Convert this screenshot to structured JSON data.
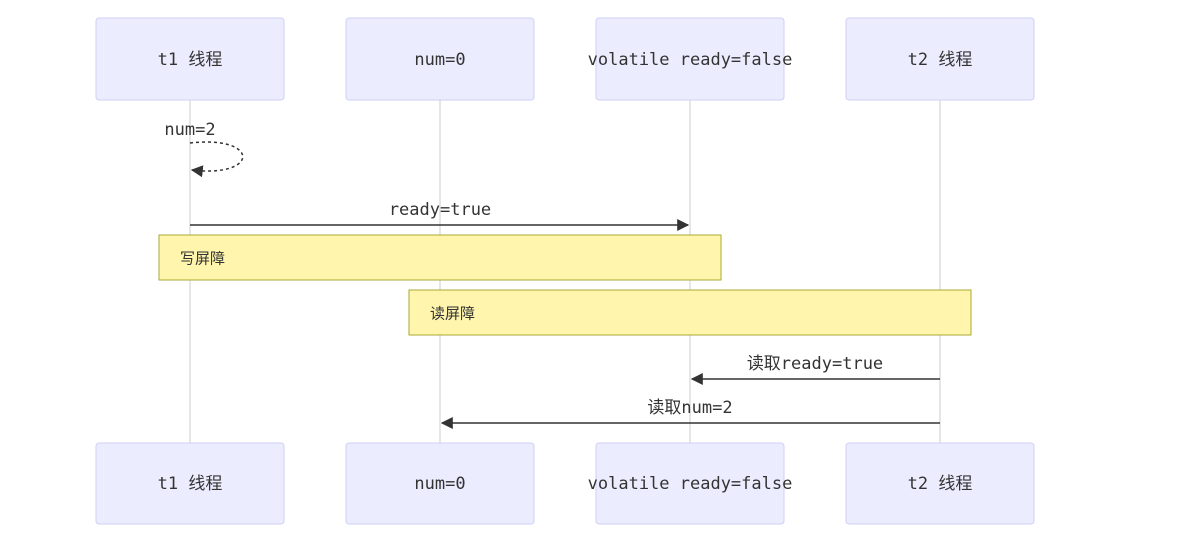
{
  "actors": [
    {
      "id": "t1",
      "label": "t1 线程"
    },
    {
      "id": "num",
      "label": "num=0"
    },
    {
      "id": "ready",
      "label": "volatile ready=false"
    },
    {
      "id": "t2",
      "label": "t2 线程"
    }
  ],
  "events": [
    {
      "kind": "self",
      "actor": "t1",
      "label": "num=2"
    },
    {
      "kind": "message",
      "from": "t1",
      "to": "ready",
      "label": "ready=true"
    },
    {
      "kind": "note",
      "label": "写屏障"
    },
    {
      "kind": "note",
      "label": "读屏障"
    },
    {
      "kind": "message",
      "from": "t2",
      "to": "ready",
      "label": "读取ready=true"
    },
    {
      "kind": "message",
      "from": "t2",
      "to": "num",
      "label": "读取num=2"
    }
  ],
  "colors": {
    "actor_fill": "#ececff",
    "actor_stroke": "#cfcff5",
    "note_fill": "#fff5ad",
    "note_stroke": "#aaaa33",
    "line": "#333333",
    "lifeline": "#cccccc"
  }
}
